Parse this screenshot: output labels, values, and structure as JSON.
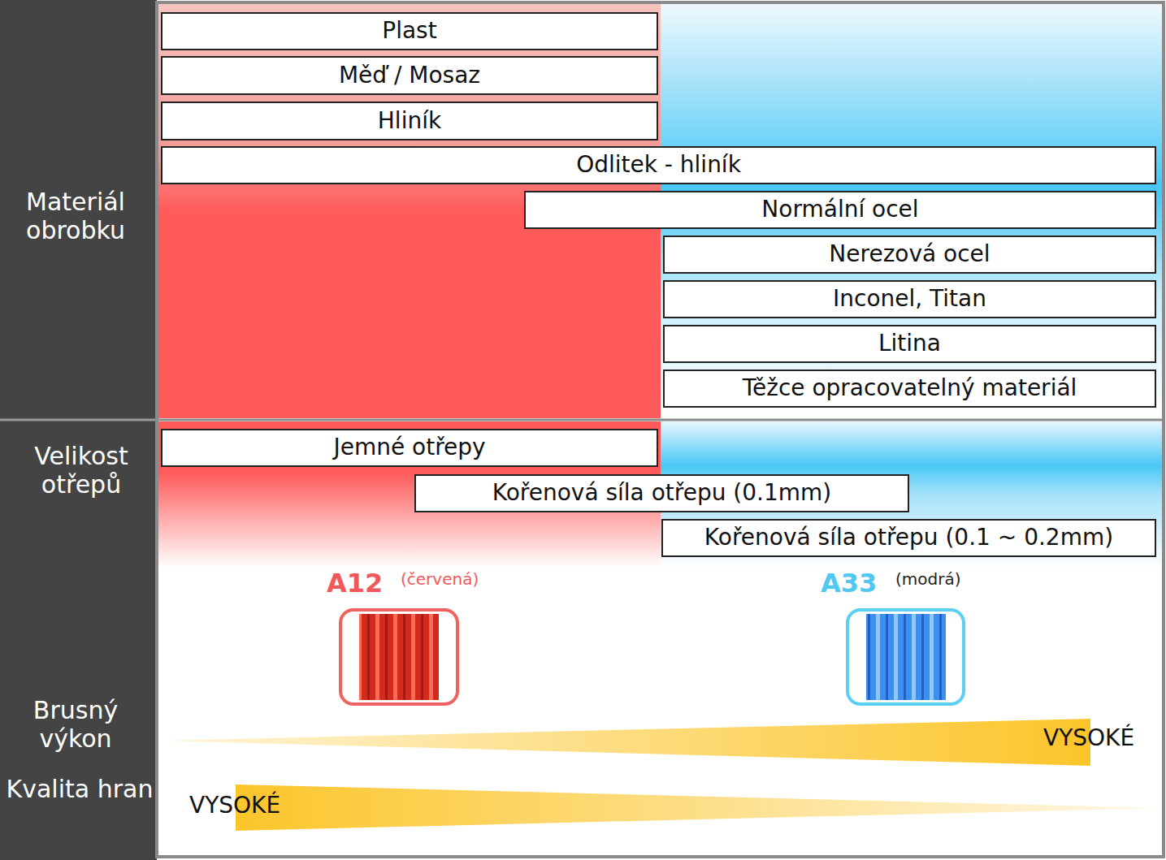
{
  "diagram": {
    "nodes": [
      {
        "text": [
          "Plast"
        ]
      },
      {
        "text": [
          "Měď / Mosaz"
        ]
      },
      {
        "text": [
          "Hliník"
        ]
      },
      {
        "text": [
          "Odlitek - hliník"
        ]
      },
      {
        "text": [
          "Normální ocel"
        ]
      },
      {
        "text": [
          "Nerezová ocel"
        ]
      },
      {
        "text": [
          "Inconel, Titan"
        ]
      },
      {
        "text": [
          "Litina"
        ]
      },
      {
        "text": [
          "Těžce opracovatelný materiál"
        ]
      },
      {
        "text": [
          "Jemné otřepy"
        ]
      },
      {
        "text": [
          "Kořenová síla otřepu (0.1mm)"
        ]
      },
      {
        "text": [
          "Kořenová síla otřepu (0.1 ~ 0.2mm)"
        ]
      }
    ],
    "labels": [
      "Materiál obrobku",
      "Velikost otřepů",
      "Brusný výkon",
      "Kvalita hran",
      "A12",
      "(červená)",
      "A33",
      "(modrá)",
      "VYSOKÉ",
      "VYSOKÉ"
    ]
  }
}
